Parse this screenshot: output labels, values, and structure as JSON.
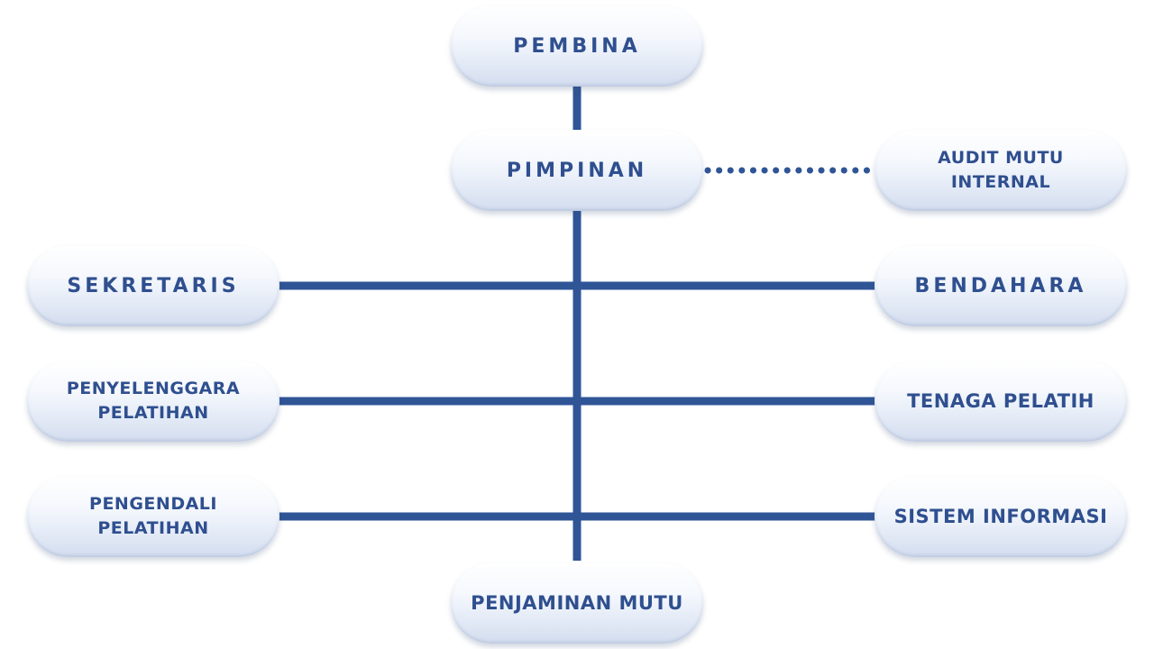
{
  "nodes": {
    "pembina": "PEMBINA",
    "pimpinan": "PIMPINAN",
    "audit": "AUDIT MUTU\nINTERNAL",
    "sekretaris": "SEKRETARIS",
    "bendahara": "BENDAHARA",
    "penyelenggara": "PENYELENGGARA\nPELATIHAN",
    "tenaga": "TENAGA PELATIH",
    "pengendali": "PENGENDALI\nPELATIHAN",
    "sistem": "SISTEM INFORMASI",
    "penjaminan": "PENJAMINAN MUTU"
  },
  "colors": {
    "line": "#2f5597",
    "text": "#2f4f8f"
  }
}
